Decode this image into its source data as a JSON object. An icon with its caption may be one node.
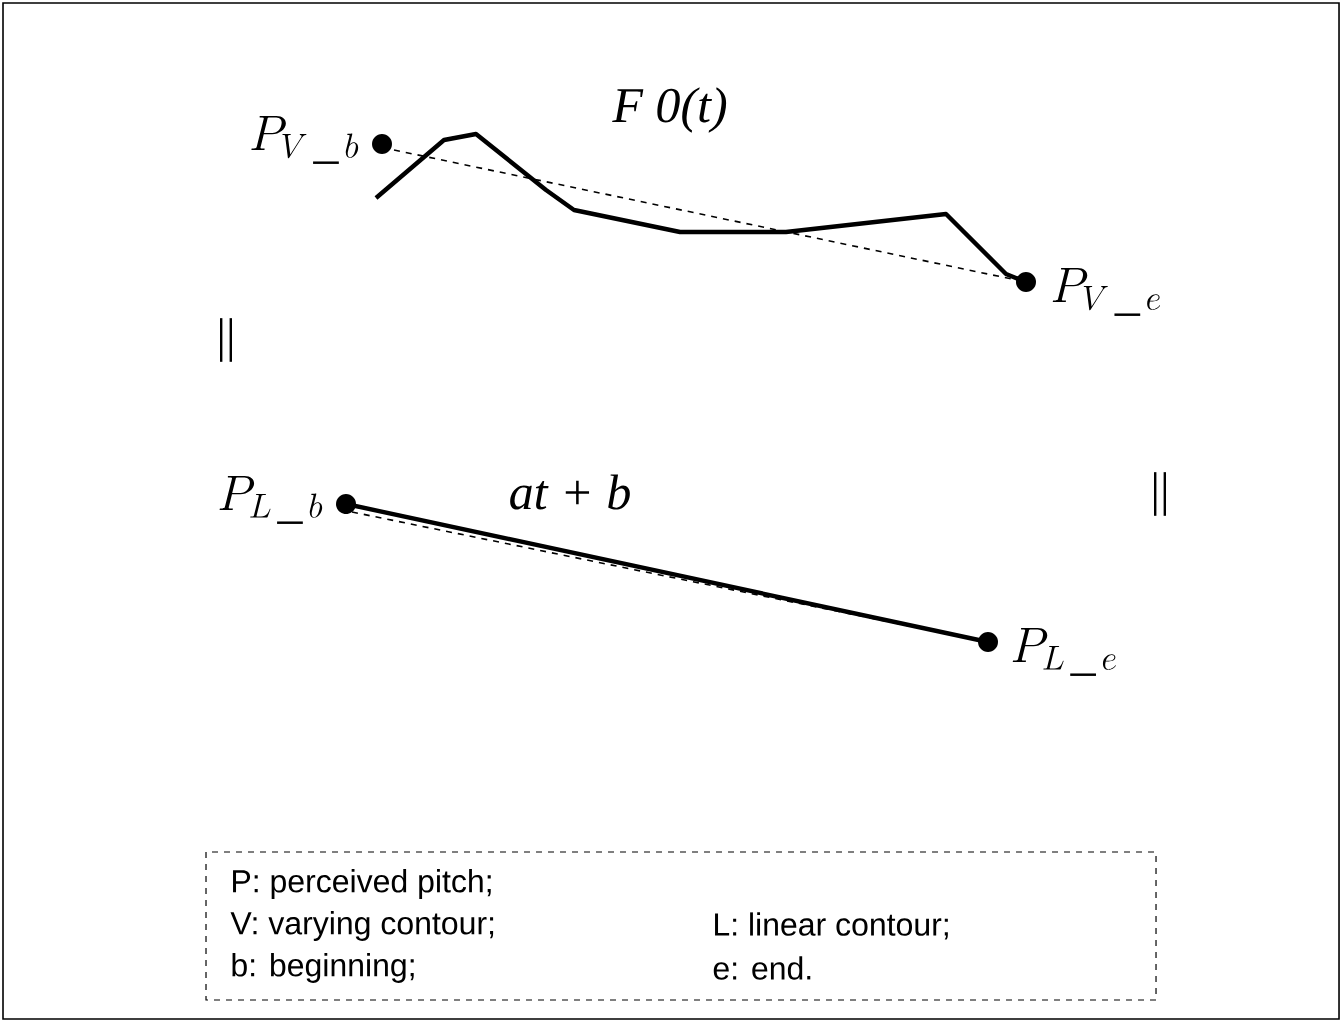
{
  "diagram": {
    "nodes": [
      {
        "text": [],
        "shape": "circle",
        "beside": [
          "P_{V\\,\\_\\,b}"
        ]
      },
      {
        "text": [],
        "shape": "circle",
        "beside": [
          "P_{V\\,\\_\\,e}"
        ]
      },
      {
        "text": [],
        "shape": "circle",
        "beside": [
          "P_{L\\,\\_\\,b}"
        ]
      },
      {
        "text": [],
        "shape": "circle",
        "beside": [
          "P_{L\\,\\_\\,e}"
        ]
      },
      {
        "text": [
          "P: perceived pitch;",
          "V: varying contour;",
          "L: linear contour;",
          "b: beginning;",
          "e: end."
        ]
      }
    ],
    "edges": [
      {
        "from": 0,
        "to": 1,
        "arrow": "none",
        "label": "F 0(t)"
      },
      {
        "from": 0,
        "to": 1,
        "arrow": "none",
        "style": "dashed"
      },
      {
        "from": 2,
        "to": 3,
        "arrow": "none",
        "label": "at + b"
      },
      {
        "from": 2,
        "to": 3,
        "arrow": "none",
        "style": "dashed"
      }
    ],
    "labels": [
      "||",
      "||"
    ]
  }
}
